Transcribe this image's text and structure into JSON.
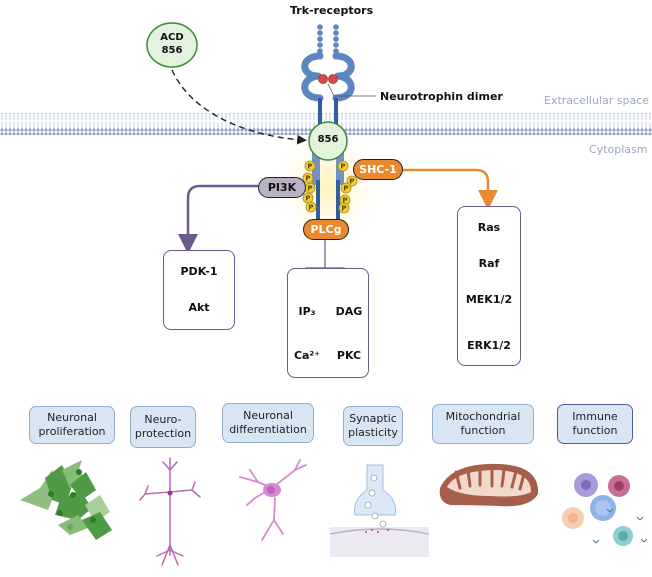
{
  "diagram": {
    "receptor_label": "Trk-receptors",
    "ligand_label": "Neurotrophin dimer",
    "drug_label_line1": "ACD",
    "drug_label_line2": "856",
    "drug_bound_label": "856",
    "extracellular_label": "Extracellular space",
    "cytoplasm_label": "Cytoplasm",
    "phospho_label": "P",
    "adaptors": {
      "pi3k": "PI3K",
      "shc1": "SHC-1",
      "plcg": "PLCg"
    },
    "pathways": {
      "pi3k_box": [
        "PDK-1",
        "Akt"
      ],
      "plcg_box": {
        "left": [
          "IP₃",
          "Ca²⁺"
        ],
        "right": [
          "DAG",
          "PKC"
        ]
      },
      "mapk_box": [
        "Ras",
        "Raf",
        "MEK1/2",
        "ERK1/2"
      ]
    },
    "outcomes": [
      "Neuronal\nproliferation",
      "Neuro-\nprotection",
      "Neuronal\ndifferentiation",
      "Synaptic\nplasticity",
      "Mitochondrial\nfunction",
      "Immune\nfunction"
    ],
    "colors": {
      "receptor": "#5b86bf",
      "receptor_dark": "#2f5f9e",
      "drug_fill": "#e3f3dd",
      "drug_stroke": "#3c8a3a",
      "orange": "#e98a2e",
      "pi3k": "#b8b2c4",
      "box_stroke": "#6b5a8e",
      "phospho": "#f2cd3c",
      "ligand": "#d84a4a",
      "outcome_fill": "#d8e5f3"
    }
  }
}
